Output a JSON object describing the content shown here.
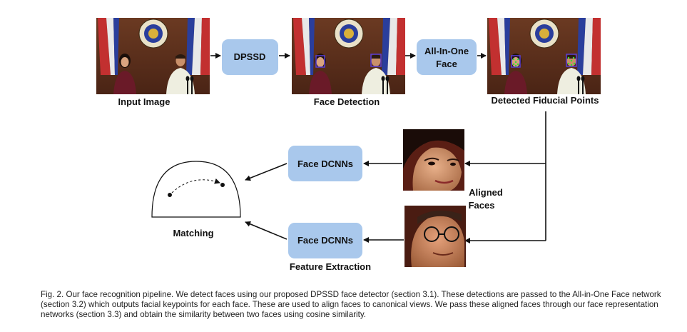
{
  "pipeline": {
    "input_label": "Input Image",
    "dpssd_label": "DPSSD",
    "face_detection_label": "Face Detection",
    "all_in_one_label_line1": "All-In-One",
    "all_in_one_label_line2": "Face",
    "fiducial_label": "Detected Fiducial Points",
    "dcnn_top_label": "Face DCNNs",
    "dcnn_bottom_label": "Face DCNNs",
    "aligned_label_line1": "Aligned",
    "aligned_label_line2": "Faces",
    "matching_label": "Matching",
    "feature_extraction_label": "Feature Extraction"
  },
  "colors": {
    "box_fill": "#a9c8ec",
    "arrow": "#111111",
    "detection_box": "#5a3fd6",
    "keypoints": "#33dd33"
  },
  "caption": "Fig. 2. Our face recognition pipeline. We detect faces using our proposed DPSSD face detector (section 3.1). These detections are passed to the All-in-One Face network (section 3.2) which outputs facial keypoints for each face. These are used to align faces to canonical views. We pass these aligned faces through our face representation networks (section 3.3) and obtain the similarity between two faces using cosine similarity."
}
